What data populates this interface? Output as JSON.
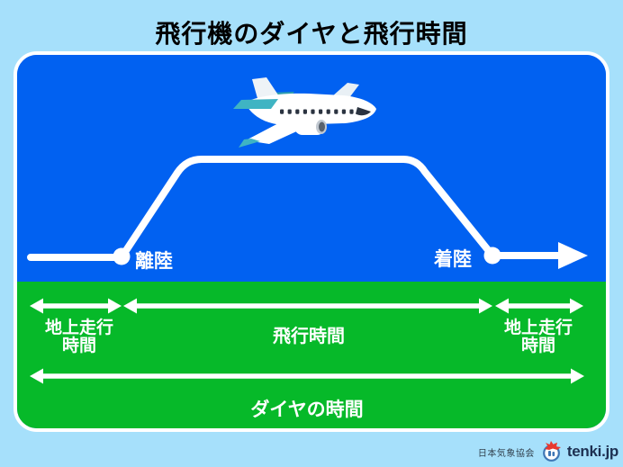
{
  "title": "飛行機のダイヤと飛行時間",
  "diagram": {
    "takeoff": "離陸",
    "landing": "着陸",
    "taxi_left": {
      "line1": "地上走行",
      "line2": "時間"
    },
    "flight": "飛行時間",
    "taxi_right": {
      "line1": "地上走行",
      "line2": "時間"
    },
    "schedule": "ダイヤの時間"
  },
  "footer": {
    "organization": "日本気象協会",
    "brand": "tenki.jp"
  },
  "icons": {
    "airplane-icon": "white passenger jet with teal accents flying right",
    "tenki-logo-icon": "tenki.jp circular brand mark with red starburst"
  },
  "colors": {
    "background": "#a6e0fb",
    "sky": "#0161f1",
    "ground": "#06b929",
    "diagram_line": "#ffffff",
    "title_text": "#000000",
    "label_text": "#ffffff",
    "footer_text": "#32414e",
    "brand_text": "#1d3051",
    "plane_accent": "#3fb4c3"
  }
}
